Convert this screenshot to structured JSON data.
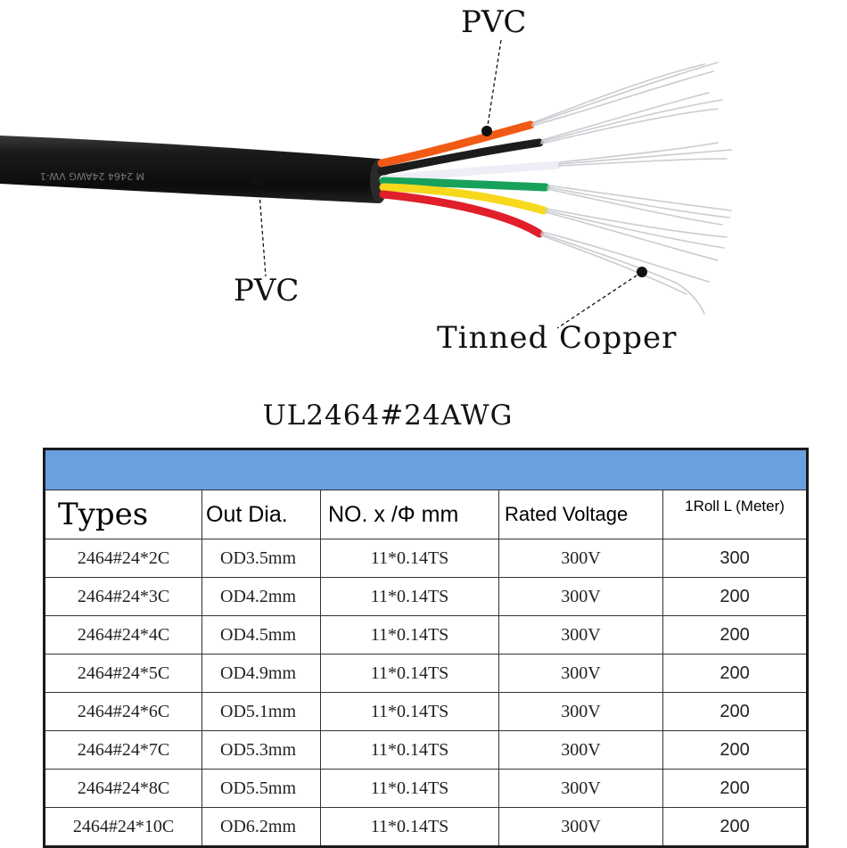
{
  "callouts": {
    "jacket_label": "PVC",
    "insulation_label": "PVC",
    "conductor_label": "Tinned Copper"
  },
  "cable_print": "M 2464 24AWG VW-1",
  "model_title": "UL2464#24AWG",
  "table": {
    "columns": [
      "Types",
      "Out Dia.",
      "NO. x /Φ mm",
      "Rated Voltage",
      "1Roll L (Meter)"
    ],
    "rows": [
      [
        "2464#24*2C",
        "OD3.5mm",
        "11*0.14TS",
        "300V",
        "300"
      ],
      [
        "2464#24*3C",
        "OD4.2mm",
        "11*0.14TS",
        "300V",
        "200"
      ],
      [
        "2464#24*4C",
        "OD4.5mm",
        "11*0.14TS",
        "300V",
        "200"
      ],
      [
        "2464#24*5C",
        "OD4.9mm",
        "11*0.14TS",
        "300V",
        "200"
      ],
      [
        "2464#24*6C",
        "OD5.1mm",
        "11*0.14TS",
        "300V",
        "200"
      ],
      [
        "2464#24*7C",
        "OD5.3mm",
        "11*0.14TS",
        "300V",
        "200"
      ],
      [
        "2464#24*8C",
        "OD5.5mm",
        "11*0.14TS",
        "300V",
        "200"
      ],
      [
        "2464#24*10C",
        "OD6.2mm",
        "11*0.14TS",
        "300V",
        "200"
      ]
    ]
  },
  "colors": {
    "table_banner": "#6a9fe0",
    "jacket": "#151515",
    "wire_orange": "#f05a14",
    "wire_black": "#1c1c1c",
    "wire_white": "#f2f2f6",
    "wire_green": "#17a15b",
    "wire_yellow": "#f7d81c",
    "wire_red": "#e01f2b",
    "strand_tin": "#c9ccd0"
  }
}
